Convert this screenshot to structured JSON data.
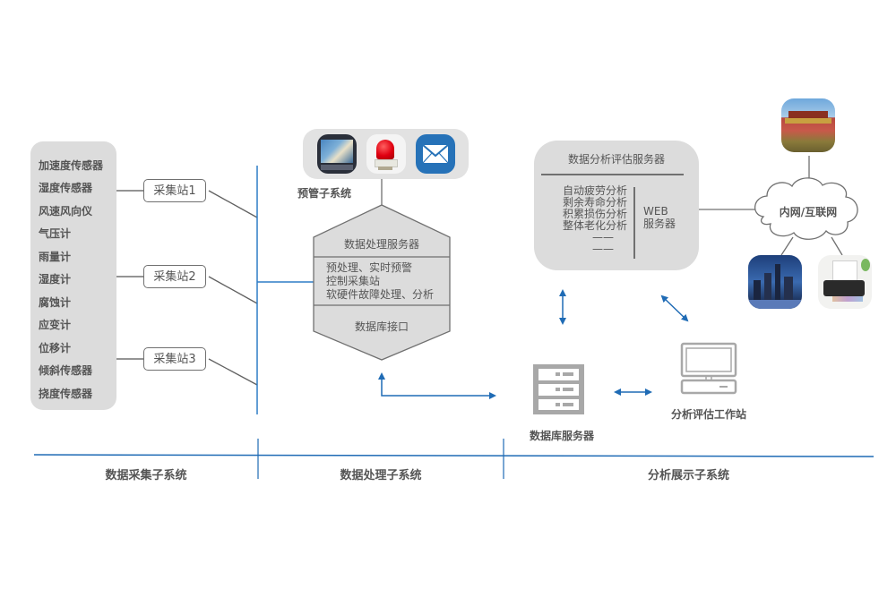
{
  "sensors": {
    "items": [
      "加速度传感器",
      "湿度传感器",
      "风速风向仪",
      "气压计",
      "雨量计",
      "湿度计",
      "腐蚀计",
      "应变计",
      "位移计",
      "倾斜传感器",
      "挠度传感器"
    ]
  },
  "stations": [
    "采集站1",
    "采集站2",
    "采集站3"
  ],
  "alert_subsystem": {
    "label": "预管子系统",
    "icons": [
      "monitor-screen-icon",
      "red-siren-icon",
      "email-icon"
    ]
  },
  "processing_server": {
    "title": "数据处理服务器",
    "functions": [
      "预处理、实时预警",
      "控制采集站",
      "软硬件故障处理、分析"
    ],
    "interface": "数据库接口"
  },
  "analysis_server": {
    "title": "数据分析评估服务器",
    "functions": [
      "自动疲劳分析",
      "剩余寿命分析",
      "积累损伤分析",
      "整体老化分析",
      "——",
      "——"
    ],
    "web_line1": "WEB",
    "web_line2": "服务器"
  },
  "network": {
    "cloud_label": "内网/互联网",
    "endpoints": [
      "tiananmen-photo",
      "city-skyline-photo",
      "printer-photo"
    ]
  },
  "database_server": {
    "label": "数据库服务器"
  },
  "workstation": {
    "label": "分析评估工作站"
  },
  "subsystems": [
    "数据采集子系统",
    "数据处理子系统",
    "分析展示子系统"
  ],
  "colors": {
    "accent_blue": "#1f6bb5",
    "line_gray": "#707070",
    "panel_gray": "#dcdcdc"
  }
}
